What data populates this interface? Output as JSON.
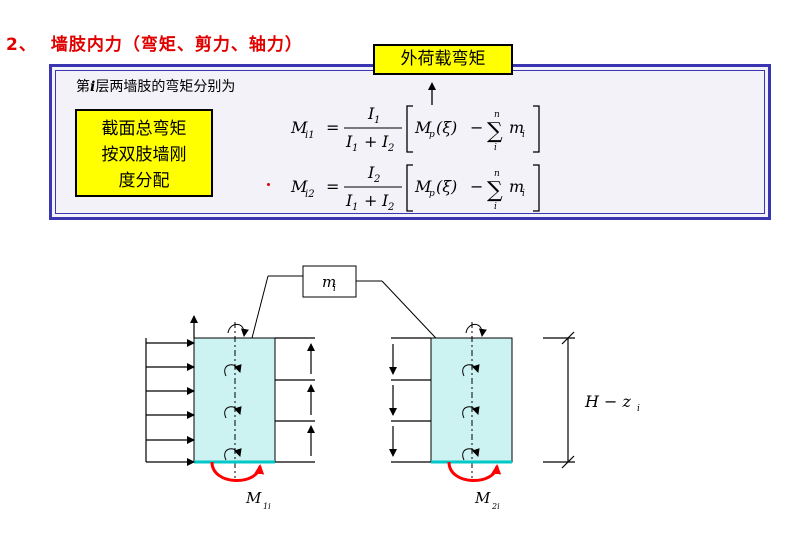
{
  "heading": {
    "number": "2、",
    "title": "墙肢内力（弯矩、剪力、轴力）"
  },
  "formula_box": {
    "intro_pre": "第",
    "intro_var": "i",
    "intro_post": "层两墙肢的弯矩分别为",
    "callout": "外荷载弯矩",
    "note_lines": [
      "截面总弯矩",
      "按双肢墙刚",
      "度分配"
    ],
    "eq1": {
      "lhs": "M",
      "lhs_sub": "i1",
      "num": "I",
      "num_sub": "1",
      "den_a": "I",
      "den_a_sub": "1",
      "den_b": "I",
      "den_b_sub": "2",
      "mp": "M",
      "mp_sub": "p",
      "xi": "(ξ)",
      "minus": "−",
      "sum_top": "n",
      "sum_bottom": "i",
      "m": "m",
      "m_sub": "i"
    },
    "eq2": {
      "lhs": "M",
      "lhs_sub": "i2",
      "num": "I",
      "num_sub": "2",
      "den_a": "I",
      "den_a_sub": "1",
      "den_b": "I",
      "den_b_sub": "2",
      "mp": "M",
      "mp_sub": "p",
      "xi": "(ξ)",
      "minus": "−",
      "sum_top": "n",
      "sum_bottom": "i",
      "m": "m",
      "m_sub": "i"
    }
  },
  "diagram": {
    "mi_label": "m",
    "mi_sub": "i",
    "m1_label": "M",
    "m1_sub": "1i",
    "m2_label": "M",
    "m2_sub": "2i",
    "height_label": "H  −  z",
    "height_sub": "i"
  },
  "colors": {
    "heading": "#e00000",
    "box_border": "#3a35b0",
    "highlight": "#ffff00",
    "wall_fill": "#ccf2f2",
    "base_line": "#00c8c8",
    "moment_arrow": "#ff0000"
  }
}
